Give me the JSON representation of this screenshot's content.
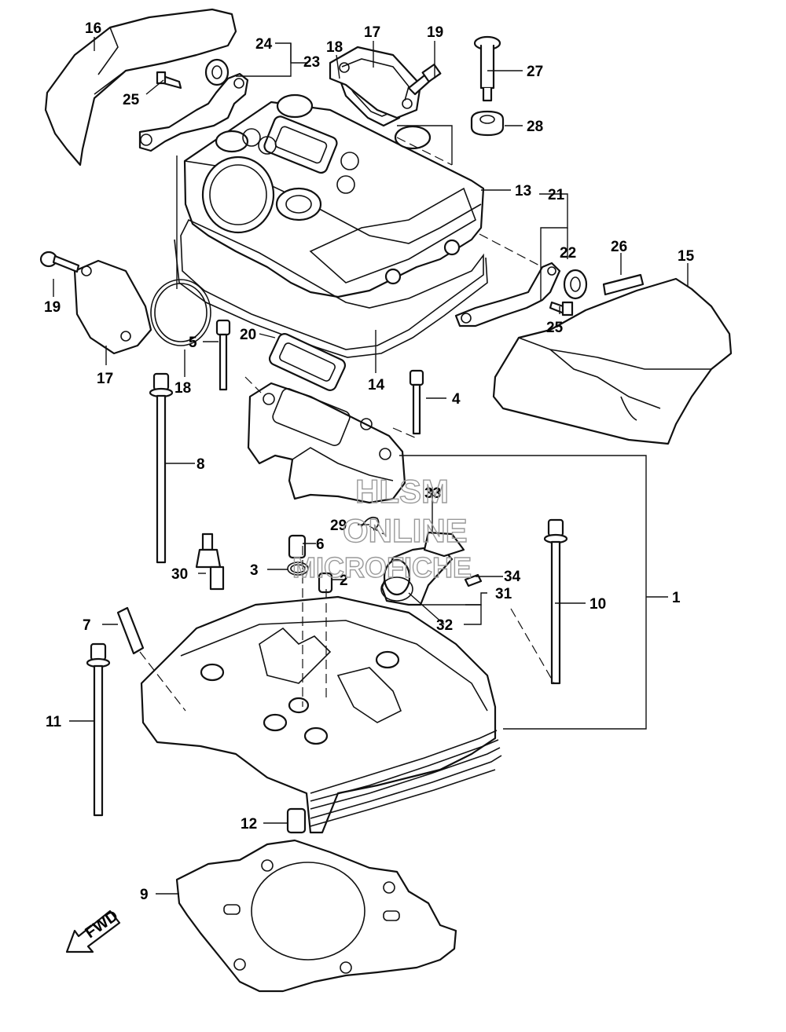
{
  "watermark": {
    "line1": "HLSM",
    "line2": "ONLINE",
    "line3": "MICROFICHE"
  },
  "direction_marker": "FWD",
  "labels": {
    "p1": "1",
    "p2": "2",
    "p3": "3",
    "p4": "4",
    "p5": "5",
    "p6": "6",
    "p7": "7",
    "p8": "8",
    "p9": "9",
    "p10": "10",
    "p11": "11",
    "p12": "12",
    "p13": "13",
    "p14": "14",
    "p15": "15",
    "p16": "16",
    "p17a": "17",
    "p17b": "17",
    "p18a": "18",
    "p18b": "18",
    "p19a": "19",
    "p19b": "19",
    "p20": "20",
    "p21": "21",
    "p22": "22",
    "p23": "23",
    "p24": "24",
    "p25a": "25",
    "p25b": "25",
    "p26": "26",
    "p27": "27",
    "p28": "28",
    "p29": "29",
    "p30": "30",
    "p31": "31",
    "p32": "32",
    "p33": "33",
    "p34": "34"
  }
}
